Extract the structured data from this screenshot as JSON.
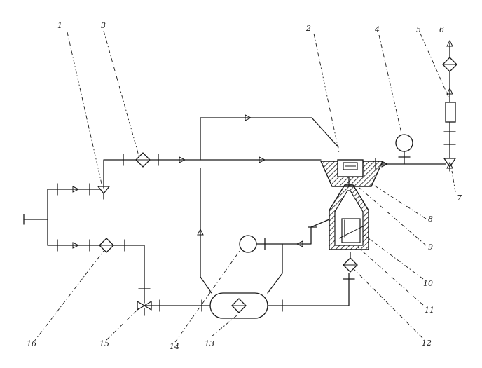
{
  "diagram": {
    "labels": {
      "n1": "1",
      "n2": "2",
      "n3": "3",
      "n4": "4",
      "n5": "5",
      "n6": "6",
      "n7": "7",
      "n8": "8",
      "n9": "9",
      "n10": "10",
      "n11": "11",
      "n12": "12",
      "n13": "13",
      "n14": "14",
      "n15": "15",
      "n16": "16"
    }
  }
}
